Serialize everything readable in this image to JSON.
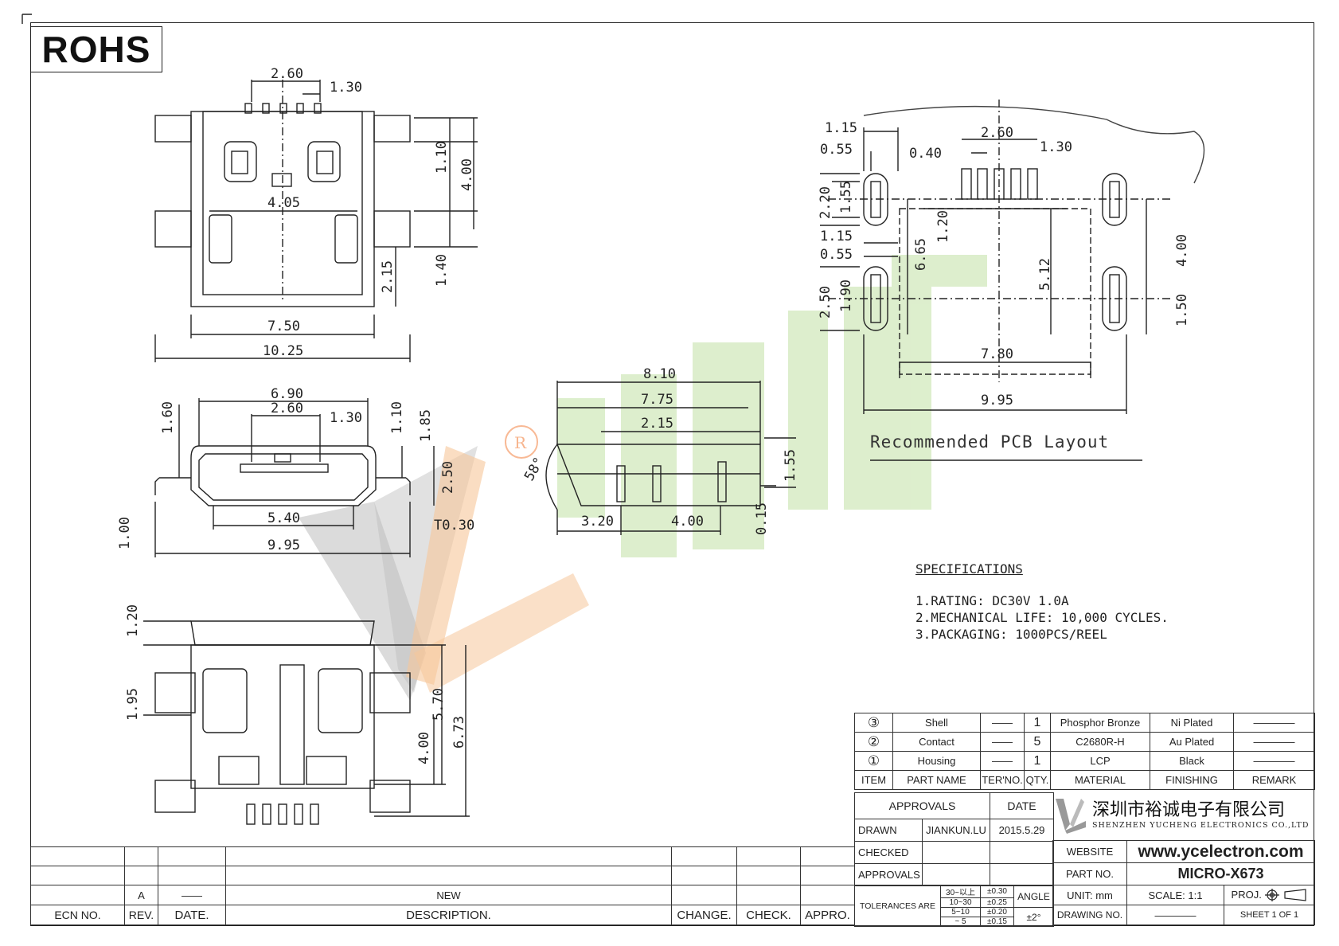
{
  "standard": "ROHS",
  "views": {
    "top": {
      "dims": [
        "2.60",
        "1.30",
        "1.10",
        "4.00",
        "4.05",
        "2.15",
        "1.40",
        "7.50",
        "10.25"
      ]
    },
    "front": {
      "dims": [
        "6.90",
        "2.60",
        "1.30",
        "1.60",
        "1.10",
        "1.85",
        "2.50",
        "5.40",
        "T0.30",
        "9.95",
        "1.00"
      ]
    },
    "side": {
      "dims": [
        "8.10",
        "7.75",
        "2.15",
        "58°",
        "1.55",
        "3.20",
        "4.00",
        "0.15"
      ]
    },
    "bottom": {
      "dims": [
        "1.20",
        "1.95",
        "5.70",
        "6.73",
        "4.00"
      ]
    },
    "pcb": {
      "title": "Recommended PCB Layout",
      "dims": [
        "1.15",
        "0.55",
        "0.40",
        "2.60",
        "1.30",
        "2.20",
        "1.55",
        "1.20",
        "6.65",
        "5.12",
        "4.00",
        "1.15",
        "0.55",
        "2.50",
        "1.90",
        "1.50",
        "7.80",
        "9.95"
      ]
    }
  },
  "specifications": {
    "title": "SPECIFICATIONS",
    "items": [
      "1.RATING: DC30V 1.0A",
      "2.MECHANICAL LIFE: 10,000 CYCLES.",
      "3.PACKAGING: 1000PCS/REEL"
    ]
  },
  "bom": {
    "rows": [
      {
        "item": "③",
        "part": "Shell",
        "ter": "——",
        "qty": "1",
        "material": "Phosphor Bronze",
        "finishing": "Ni Plated",
        "remark": "————"
      },
      {
        "item": "②",
        "part": "Contact",
        "ter": "——",
        "qty": "5",
        "material": "C2680R-H",
        "finishing": "Au Plated",
        "remark": "————"
      },
      {
        "item": "①",
        "part": "Housing",
        "ter": "——",
        "qty": "1",
        "material": "LCP",
        "finishing": "Black",
        "remark": "————"
      }
    ],
    "headers": {
      "item": "ITEM",
      "part": "PART NAME",
      "ter": "TER'NO.",
      "qty": "QTY.",
      "material": "MATERIAL",
      "finishing": "FINISHING",
      "remark": "REMARK"
    }
  },
  "title_block": {
    "approvals_label": "APPROVALS",
    "date_label": "DATE",
    "drawn_label": "DRAWN",
    "drawn_by": "JIANKUN.LU",
    "drawn_date": "2015.5.29",
    "checked_label": "CHECKED",
    "approvals2_label": "APPROVALS",
    "tolerances_label": "TOLERANCES ARE",
    "tol_ranges": [
      "30~以上",
      "10~30",
      "5~10",
      "~ 5"
    ],
    "tol_values": [
      "±0.30",
      "±0.25",
      "±0.20",
      "±0.15"
    ],
    "angle_label": "ANGLE",
    "angle_value": "±2°",
    "company_cn": "深圳市裕诚电子有限公司",
    "company_en": "SHENZHEN YUCHENG ELECTRONICS CO.,LTD",
    "website_label": "WEBSITE",
    "website": "www.ycelectron.com",
    "part_no_label": "PART NO.",
    "part_no": "MICRO-X673",
    "unit_label": "UNIT:",
    "unit": "mm",
    "scale_label": "SCALE:",
    "scale": "1:1",
    "proj_label": "PROJ.",
    "drawing_no_label": "DRAWING NO.",
    "drawing_no": "————",
    "sheet": "SHEET   1  OF  1"
  },
  "revision": {
    "rev": "A",
    "date": "——",
    "description": "NEW",
    "headers": {
      "ecn": "ECN  NO.",
      "rev": "REV.",
      "date": "DATE.",
      "desc": "DESCRIPTION.",
      "change": "CHANGE.",
      "check": "CHECK.",
      "appro": "APPRO."
    }
  },
  "colors": {
    "watermark_gray": "#b9b9b9",
    "watermark_orange": "#f6c79a",
    "watermark_green": "#cfe8b8",
    "line": "#222222"
  }
}
